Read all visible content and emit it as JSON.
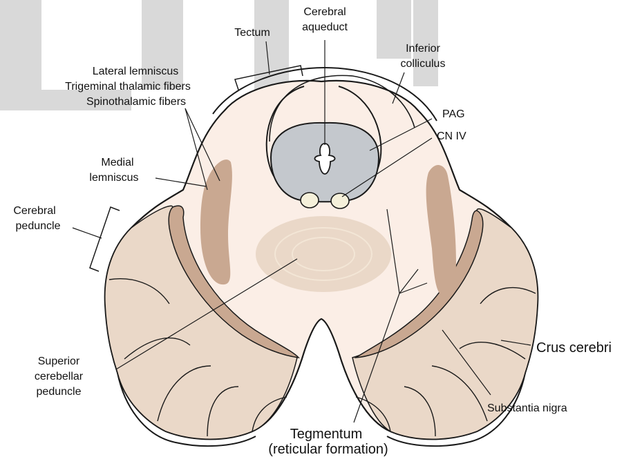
{
  "colors": {
    "tissue": "#fbeee6",
    "nucleus": "#c9a891",
    "fibers": "#ead8c8",
    "pag": "#c4c8cd",
    "cranial_nerve": "#f5f0da",
    "outline": "#1a1a1a",
    "background_bars": "#d9d9d9"
  },
  "labels": {
    "tectum": "Tectum",
    "cerebral_aqueduct": [
      "Cerebral",
      "aqueduct"
    ],
    "inferior_colliculus": [
      "Inferior",
      "colliculus"
    ],
    "lateral_lemniscus": "Lateral lemniscus",
    "trigeminal_thalamic_fibers": "Trigeminal thalamic fibers",
    "spinothalamic_fibers": "Spinothalamic fibers",
    "pag": "PAG",
    "cn_iv": "CN IV",
    "medial_lemniscus": [
      "Medial",
      "lemniscus"
    ],
    "cerebral_peduncle": [
      "Cerebral",
      "peduncle"
    ],
    "superior_cerebellar_peduncle": [
      "Superior",
      "cerebellar",
      "peduncle"
    ],
    "crus_cerebri": "Crus cerebri",
    "substantia_nigra": "Substantia nigra",
    "tegmentum": [
      "Tegmentum",
      "(reticular formation)"
    ]
  }
}
